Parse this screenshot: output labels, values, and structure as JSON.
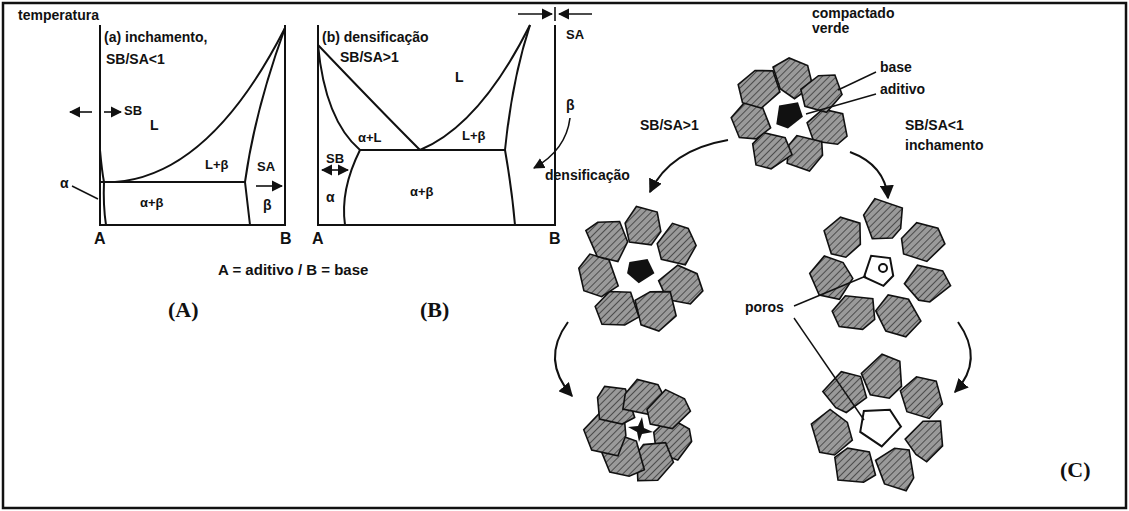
{
  "diagram": {
    "labels": [
      "temperatura",
      "(a) inchamento,",
      "SB/SA<1",
      "L",
      "SB",
      "L+β",
      "α",
      "α+β",
      "SA",
      "β",
      "A",
      "B",
      "(b) densificação",
      "SB/SA>1",
      "SA",
      "L",
      "SB",
      "α+L",
      "L+β",
      "β",
      "α",
      "α+β",
      "A",
      "B",
      "A = aditivo / B = base",
      "(A)",
      "(B)",
      "compactado verde",
      "base",
      "aditivo",
      "SB/SA>1",
      "SB/SA<1",
      "densificação",
      "inchamento",
      "poros",
      "(C)"
    ]
  }
}
